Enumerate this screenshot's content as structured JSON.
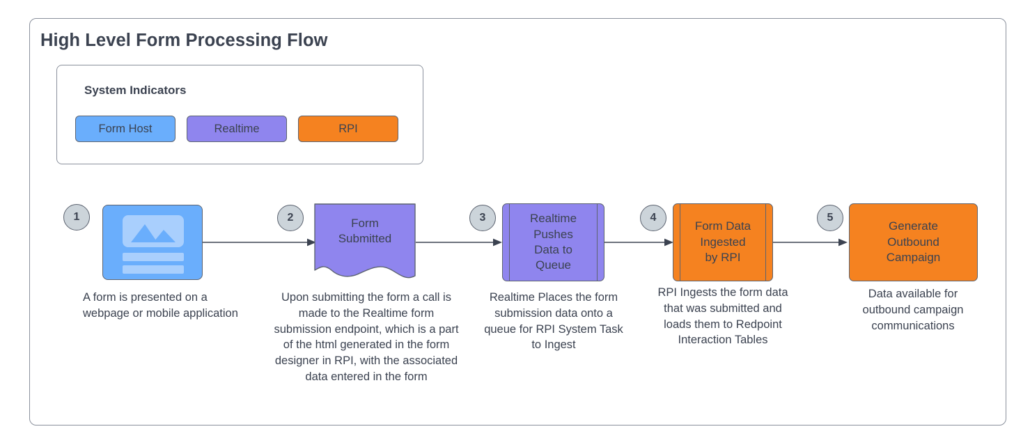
{
  "diagram": {
    "title": "High Level Form Processing Flow",
    "legend": {
      "title": "System Indicators",
      "items": [
        {
          "label": "Form Host",
          "color": "#6aaefc"
        },
        {
          "label": "Realtime",
          "color": "#8f85ee"
        },
        {
          "label": "RPI",
          "color": "#f58220"
        }
      ]
    },
    "steps": [
      {
        "number": "1",
        "node_label": "",
        "node_shape": "image-tile",
        "system": "Form Host",
        "color": "#6aaefc",
        "caption": "A form is presented on a webpage or mobile application"
      },
      {
        "number": "2",
        "node_label": "Form\nSubmitted",
        "node_shape": "document",
        "system": "Realtime",
        "color": "#8f85ee",
        "caption": "Upon submitting the form a call is made to the Realtime form submission endpoint, which is a part of the html generated in the form designer in RPI, with the associated data entered in the form"
      },
      {
        "number": "3",
        "node_label": "Realtime\nPushes\nData to\nQueue",
        "node_shape": "predefined-process",
        "system": "Realtime",
        "color": "#8f85ee",
        "caption": "Realtime Places the form submission data onto a queue for RPI System Task to Ingest"
      },
      {
        "number": "4",
        "node_label": "Form Data\nIngested\nby RPI",
        "node_shape": "predefined-process",
        "system": "RPI",
        "color": "#f58220",
        "caption": "RPI Ingests the form data that was submitted and loads them to Redpoint Interaction Tables"
      },
      {
        "number": "5",
        "node_label": "Generate\nOutbound\nCampaign",
        "node_shape": "rectangle",
        "system": "RPI",
        "color": "#f58220",
        "caption": "Data available for outbound campaign communications"
      }
    ],
    "connectors": [
      {
        "from": "1",
        "to": "2"
      },
      {
        "from": "2",
        "to": "3"
      },
      {
        "from": "3",
        "to": "4"
      },
      {
        "from": "4",
        "to": "5"
      }
    ],
    "colors": {
      "stroke": "#5c6370",
      "panel_border": "#8a909c",
      "text": "#3b4250",
      "circle_fill": "#ccd4da",
      "background": "#ffffff",
      "tile_accent": "#a9cffd"
    }
  }
}
